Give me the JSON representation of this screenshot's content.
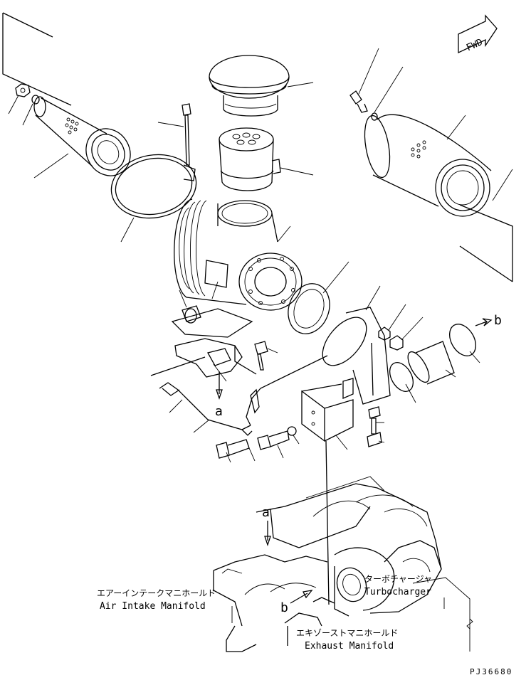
{
  "drawing": {
    "fwd_label": "FWD",
    "ref_a_top": "a",
    "ref_a_bottom": "a",
    "ref_b_right": "b",
    "ref_b_bottom": "b",
    "air_intake_jp": "エアーインテークマニホールド",
    "air_intake_en": "Air Intake Manifold",
    "turbo_jp": "ターボチャージャ",
    "turbo_en": "Turbocharger",
    "exhaust_jp": "エキゾーストマニホールド",
    "exhaust_en": "Exhaust Manifold",
    "drawing_number": "PJ36680"
  }
}
